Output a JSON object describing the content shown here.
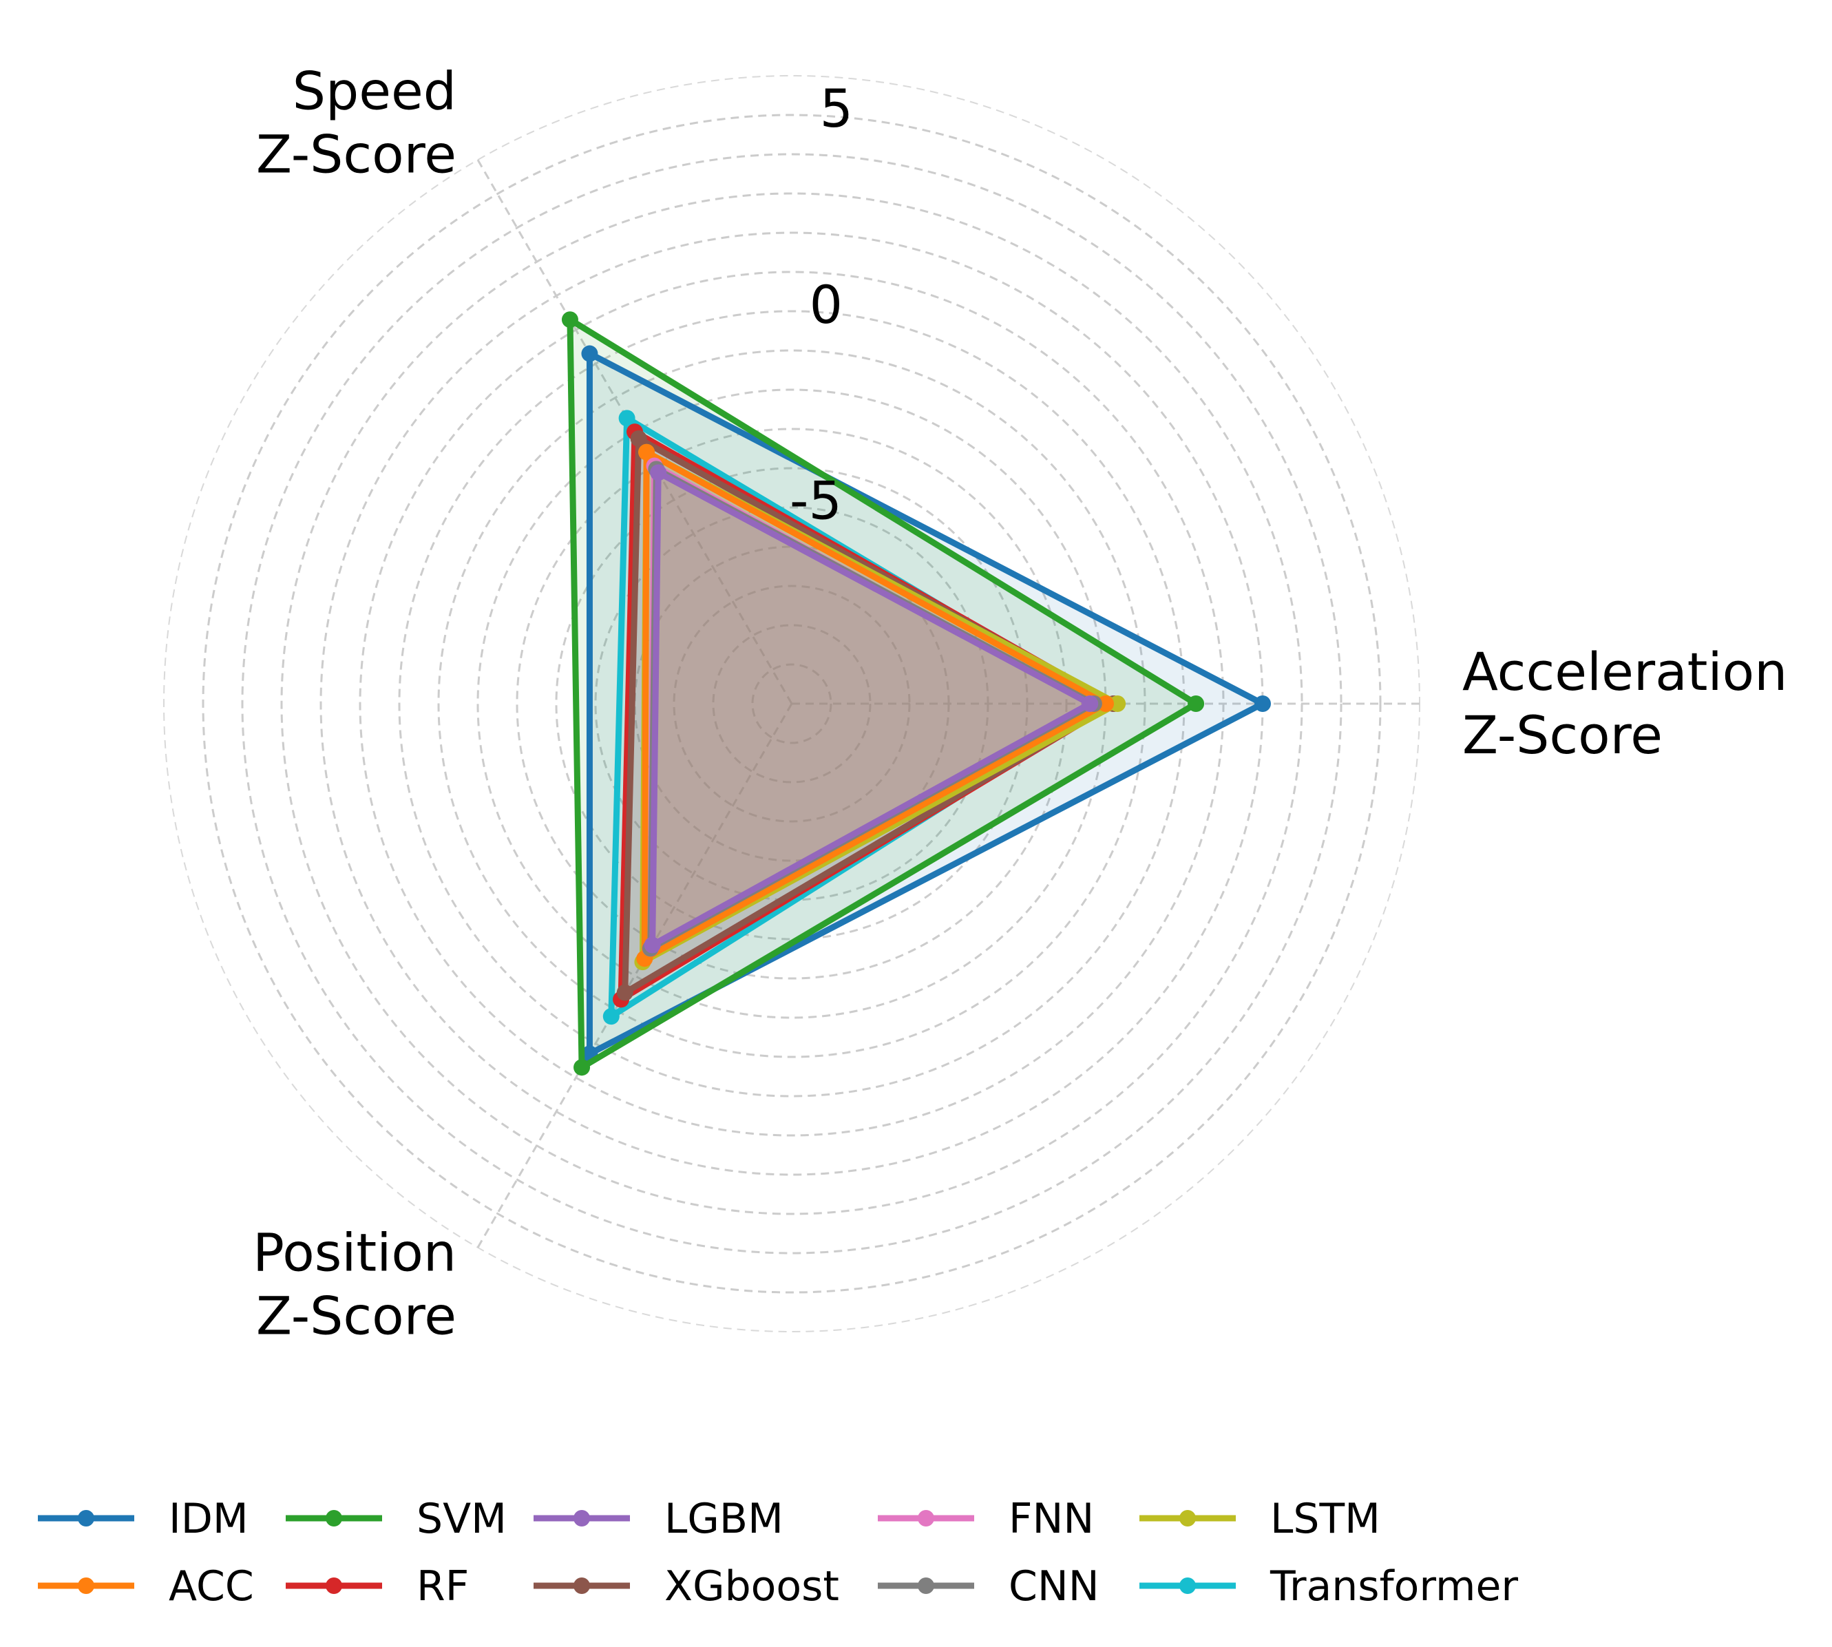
{
  "chart_data": {
    "type": "radar",
    "axes": [
      "Acceleration\nZ-Score",
      "Speed\nZ-Score",
      "Position\nZ-Score"
    ],
    "rlim": [
      -10,
      6
    ],
    "radial_ticks": [
      {
        "value": -5,
        "label": "-5"
      },
      {
        "value": 0,
        "label": "0"
      },
      {
        "value": 5,
        "label": "5"
      }
    ],
    "grid": true,
    "legend_position": "bottom",
    "legend_columns": 5,
    "series": [
      {
        "name": "IDM",
        "color": "#1f77b4",
        "values": [
          2.0,
          0.3,
          0.3
        ]
      },
      {
        "name": "ACC",
        "color": "#ff7f0e",
        "values": [
          -2.0,
          -2.6,
          -2.5
        ]
      },
      {
        "name": "SVM",
        "color": "#2ca02c",
        "values": [
          0.3,
          1.3,
          0.7
        ]
      },
      {
        "name": "RF",
        "color": "#d62728",
        "values": [
          -1.8,
          -2.0,
          -1.3
        ]
      },
      {
        "name": "LGBM",
        "color": "#9467bd",
        "values": [
          -2.4,
          -3.2,
          -2.9
        ]
      },
      {
        "name": "XGboost",
        "color": "#8c564b",
        "values": [
          -1.8,
          -2.2,
          -1.5
        ]
      },
      {
        "name": "FNN",
        "color": "#e377c2",
        "values": [
          -2.4,
          -3.0,
          -2.8
        ]
      },
      {
        "name": "CNN",
        "color": "#7f7f7f",
        "values": [
          -2.3,
          -3.1,
          -2.8
        ]
      },
      {
        "name": "LSTM",
        "color": "#bcbd22",
        "values": [
          -1.7,
          -2.6,
          -2.4
        ]
      },
      {
        "name": "Transformer",
        "color": "#17becf",
        "values": [
          -2.0,
          -1.6,
          -0.8
        ]
      }
    ]
  }
}
